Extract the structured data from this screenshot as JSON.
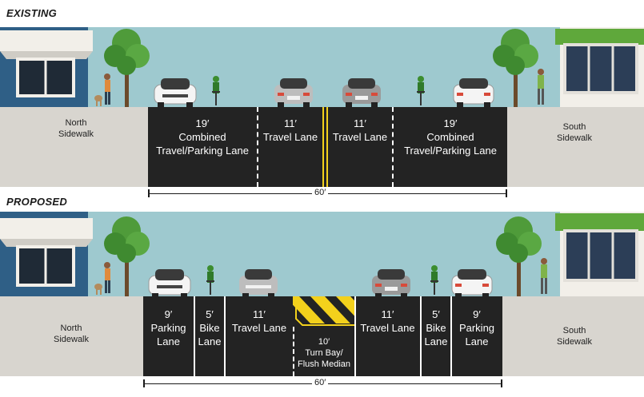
{
  "existing": {
    "title": "EXISTING",
    "north_sidewalk": [
      "North",
      "Sidewalk"
    ],
    "south_sidewalk": [
      "South",
      "Sidewalk"
    ],
    "lanes": [
      {
        "width": "19′",
        "name": [
          "Combined",
          "Travel/Parking Lane"
        ]
      },
      {
        "width": "11′",
        "name": [
          "Travel Lane"
        ]
      },
      {
        "width": "11′",
        "name": [
          "Travel Lane"
        ]
      },
      {
        "width": "19′",
        "name": [
          "Combined",
          "Travel/Parking Lane"
        ]
      }
    ],
    "total_width": "60′"
  },
  "proposed": {
    "title": "PROPOSED",
    "north_sidewalk": [
      "North",
      "Sidewalk"
    ],
    "south_sidewalk": [
      "South",
      "Sidewalk"
    ],
    "lanes": [
      {
        "width": "9′",
        "name": [
          "Parking",
          "Lane"
        ]
      },
      {
        "width": "5′",
        "name": [
          "Bike",
          "Lane"
        ]
      },
      {
        "width": "11′",
        "name": [
          "Travel Lane"
        ]
      },
      {
        "width": "10′",
        "name": [
          "Turn Bay/",
          "Flush Median"
        ]
      },
      {
        "width": "11′",
        "name": [
          "Travel Lane"
        ]
      },
      {
        "width": "5′",
        "name": [
          "Bike",
          "Lane"
        ]
      },
      {
        "width": "9′",
        "name": [
          "Parking",
          "Lane"
        ]
      }
    ],
    "total_width": "60′"
  },
  "colors": {
    "sky": "#9ec9cf",
    "road": "#232323",
    "sidewalk": "#d8d5cf",
    "median_stripe": "#f3d11c",
    "building_left": "#2f5f86",
    "awning_right": "#5fa83b"
  }
}
